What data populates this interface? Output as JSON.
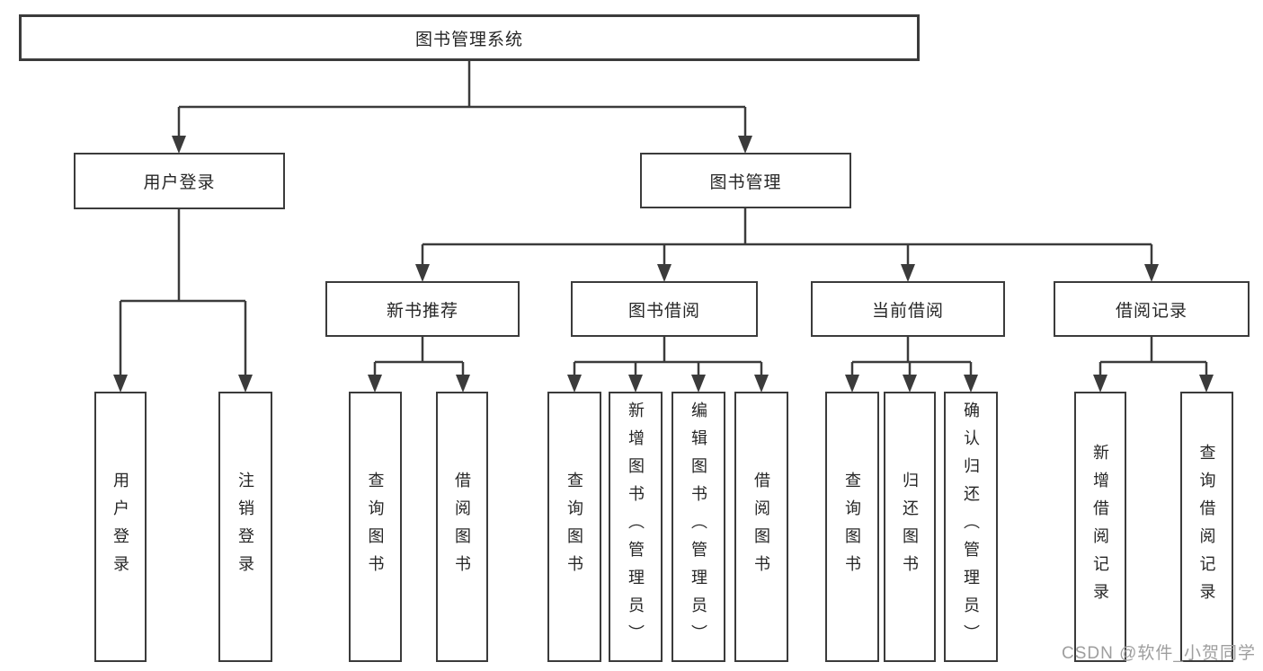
{
  "diagram_type": "hierarchy-tree",
  "colors": {
    "line": "#3b3b3b",
    "box_border": "#3b3b3b",
    "box_fill": "#ffffff",
    "text": "#262626",
    "watermark": "#9e9e9e",
    "background": "#ffffff"
  },
  "tree": {
    "label": "图书管理系统",
    "children": [
      {
        "label": "用户登录",
        "children": [
          {
            "label": "用户登录"
          },
          {
            "label": "注销登录"
          }
        ]
      },
      {
        "label": "图书管理",
        "children": [
          {
            "label": "新书推荐",
            "children": [
              {
                "label": "查询图书"
              },
              {
                "label": "借阅图书"
              }
            ]
          },
          {
            "label": "图书借阅",
            "children": [
              {
                "label": "查询图书"
              },
              {
                "label": "新增图书（管理员）"
              },
              {
                "label": "编辑图书（管理员）"
              },
              {
                "label": "借阅图书"
              }
            ]
          },
          {
            "label": "当前借阅",
            "children": [
              {
                "label": "查询图书"
              },
              {
                "label": "归还图书"
              },
              {
                "label": "确认归还（管理员）"
              }
            ]
          },
          {
            "label": "借阅记录",
            "children": [
              {
                "label": "新增借阅记录"
              },
              {
                "label": "查询借阅记录"
              }
            ]
          }
        ]
      }
    ]
  },
  "watermark": {
    "text": "CSDN @软件_小贺同学"
  }
}
